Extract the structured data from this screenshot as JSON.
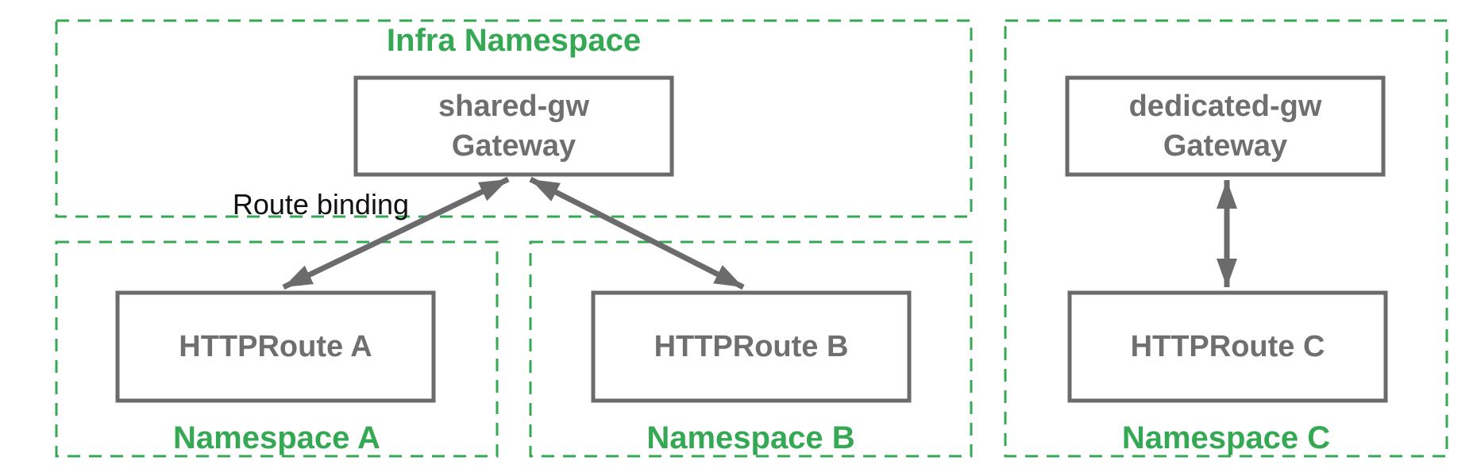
{
  "colors": {
    "namespace_green": "#34a853",
    "node_gray": "#6b6b6b",
    "node_text_gray": "#6f6f6f",
    "annotation_black": "#111111"
  },
  "infra_namespace": {
    "title": "Infra Namespace",
    "gateway": {
      "name": "shared-gw",
      "kind": "Gateway"
    }
  },
  "namespace_a": {
    "title": "Namespace A",
    "route": "HTTPRoute A"
  },
  "namespace_b": {
    "title": "Namespace B",
    "route": "HTTPRoute B"
  },
  "namespace_c": {
    "title": "Namespace C",
    "gateway": {
      "name": "dedicated-gw",
      "kind": "Gateway"
    },
    "route": "HTTPRoute C"
  },
  "annotations": {
    "route_binding": "Route binding"
  }
}
